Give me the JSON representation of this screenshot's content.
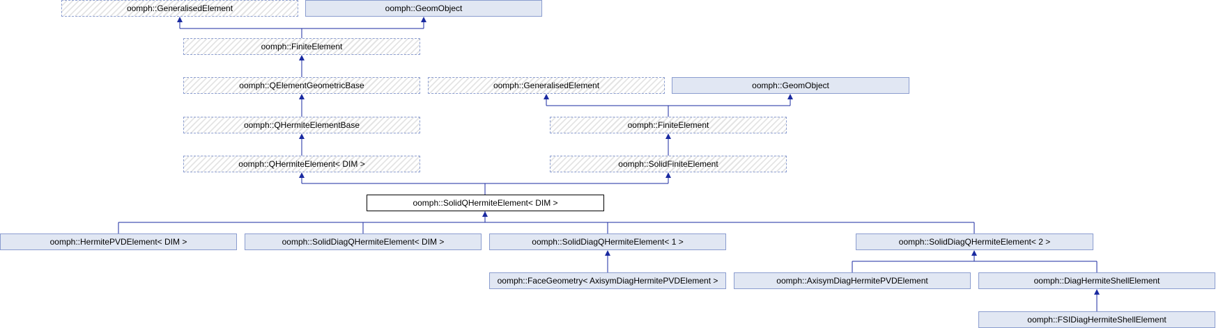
{
  "colors": {
    "edge": "#1a2aa0",
    "node_fill": "#e1e7f3",
    "node_border": "#8a9ccf",
    "focus_border": "#000000"
  },
  "nodes": {
    "gen1": "oomph::GeneralisedElement",
    "geom1": "oomph::GeomObject",
    "fin1": "oomph::FiniteElement",
    "qegb": "oomph::QElementGeometricBase",
    "gen2": "oomph::GeneralisedElement",
    "geom2": "oomph::GeomObject",
    "qheb": "oomph::QHermiteElementBase",
    "fin2": "oomph::FiniteElement",
    "qhe": "oomph::QHermiteElement< DIM >",
    "sfe": "oomph::SolidFiniteElement",
    "sqhe": "oomph::SolidQHermiteElement< DIM >",
    "hpvd": "oomph::HermitePVDElement< DIM >",
    "sdqd": "oomph::SolidDiagQHermiteElement< DIM >",
    "sdq1": "oomph::SolidDiagQHermiteElement< 1 >",
    "sdq2": "oomph::SolidDiagQHermiteElement< 2 >",
    "fgeo": "oomph::FaceGeometry< AxisymDiagHermitePVDElement >",
    "axis": "oomph::AxisymDiagHermitePVDElement",
    "dhs": "oomph::DiagHermiteShellElement",
    "fsi": "oomph::FSIDiagHermiteShellElement"
  }
}
